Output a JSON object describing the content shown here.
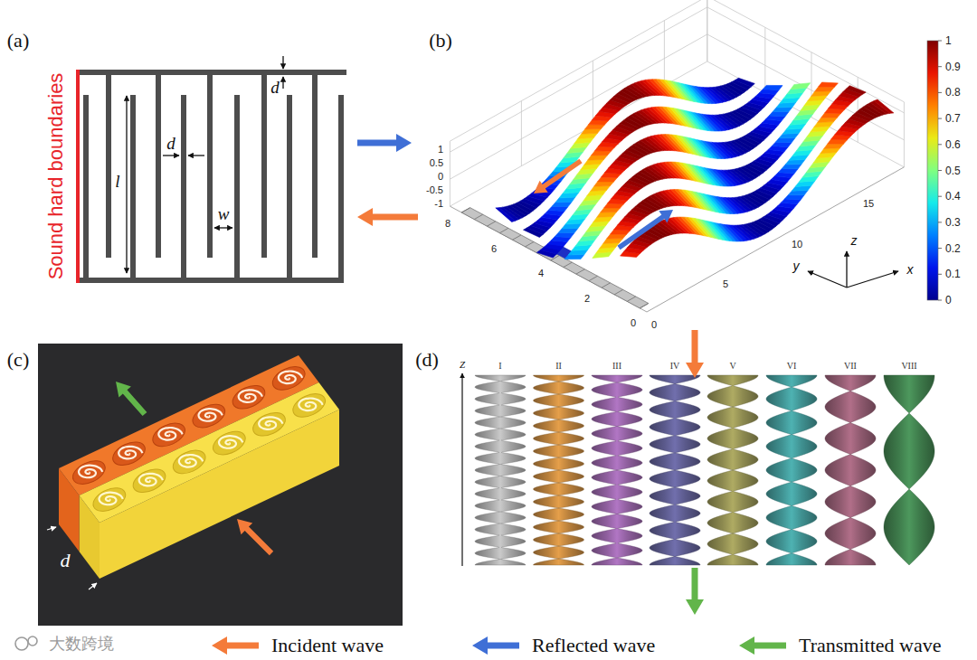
{
  "diagram": {
    "labels": [
      "(a)",
      "Sound hard boundaries",
      "d",
      "d",
      "l",
      "w",
      "(b)",
      "1",
      "0.5",
      "0",
      "-0.5",
      "-1",
      "8",
      "6",
      "4",
      "2",
      "0",
      "0",
      "5",
      "10",
      "15",
      "z",
      "y",
      "x",
      "1",
      "0.9",
      "0.8",
      "0.7",
      "0.6",
      "0.5",
      "0.4",
      "0.3",
      "0.2",
      "0.1",
      "0",
      "(c)",
      "d",
      "(d)",
      "Z",
      "I",
      "II",
      "III",
      "IV",
      "V",
      "VI",
      "VII",
      "VIII",
      "大数跨境"
    ],
    "legend": [
      {
        "text": "Incident wave"
      },
      {
        "text": "Reflected wave"
      },
      {
        "text": "Transmitted wave"
      }
    ]
  }
}
